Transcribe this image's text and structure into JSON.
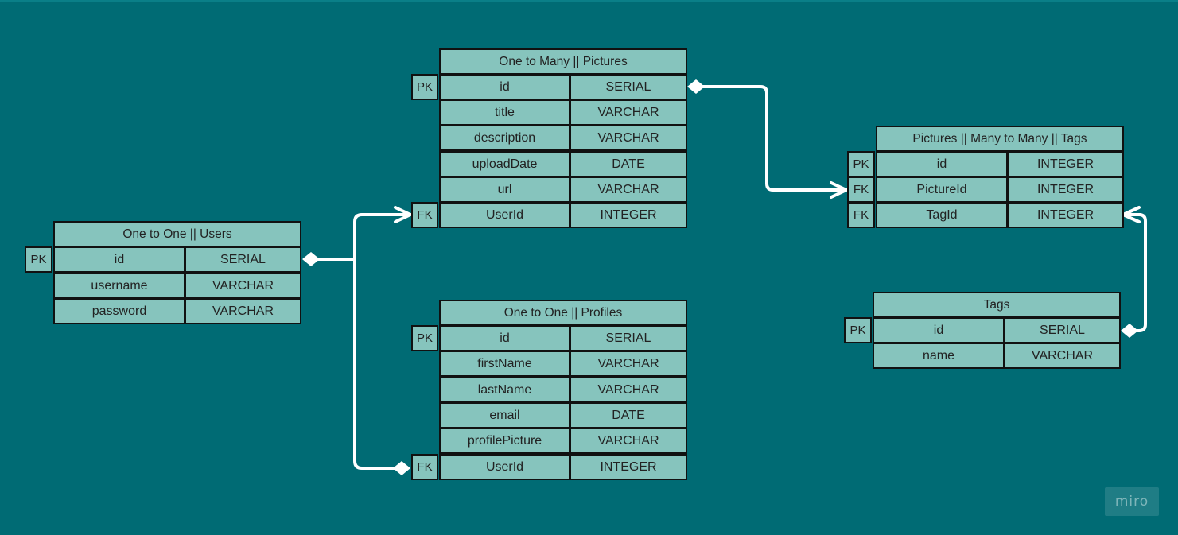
{
  "tables": {
    "pictures": {
      "title": "One to Many || Pictures",
      "keys": [
        "PK",
        "FK"
      ],
      "rows": [
        [
          "id",
          "SERIAL"
        ],
        [
          "title",
          "VARCHAR"
        ],
        [
          "description",
          "VARCHAR"
        ],
        [
          "uploadDate",
          "DATE"
        ],
        [
          "url",
          "VARCHAR"
        ],
        [
          "UserId",
          "INTEGER"
        ]
      ]
    },
    "users": {
      "title": "One to One || Users",
      "keys": [
        "PK"
      ],
      "rows": [
        [
          "id",
          "SERIAL"
        ],
        [
          "username",
          "VARCHAR"
        ],
        [
          "password",
          "VARCHAR"
        ]
      ]
    },
    "profiles": {
      "title": "One to One || Profiles",
      "keys": [
        "PK",
        "FK"
      ],
      "rows": [
        [
          "id",
          "SERIAL"
        ],
        [
          "firstName",
          "VARCHAR"
        ],
        [
          "lastName",
          "VARCHAR"
        ],
        [
          "email",
          "DATE"
        ],
        [
          "profilePicture",
          "VARCHAR"
        ],
        [
          "UserId",
          "INTEGER"
        ]
      ]
    },
    "picture_tags": {
      "title": "Pictures || Many to Many || Tags",
      "keys": [
        "PK",
        "FK",
        "FK"
      ],
      "rows": [
        [
          "id",
          "INTEGER"
        ],
        [
          "PictureId",
          "INTEGER"
        ],
        [
          "TagId",
          "INTEGER"
        ]
      ]
    },
    "tags": {
      "title": "Tags",
      "keys": [
        "PK"
      ],
      "rows": [
        [
          "id",
          "SERIAL"
        ],
        [
          "name",
          "VARCHAR"
        ]
      ]
    }
  },
  "watermark": "miro",
  "colors": {
    "background": "#006b74",
    "cell": "#86c4bd",
    "border": "#111111",
    "connector": "#ffffff"
  }
}
